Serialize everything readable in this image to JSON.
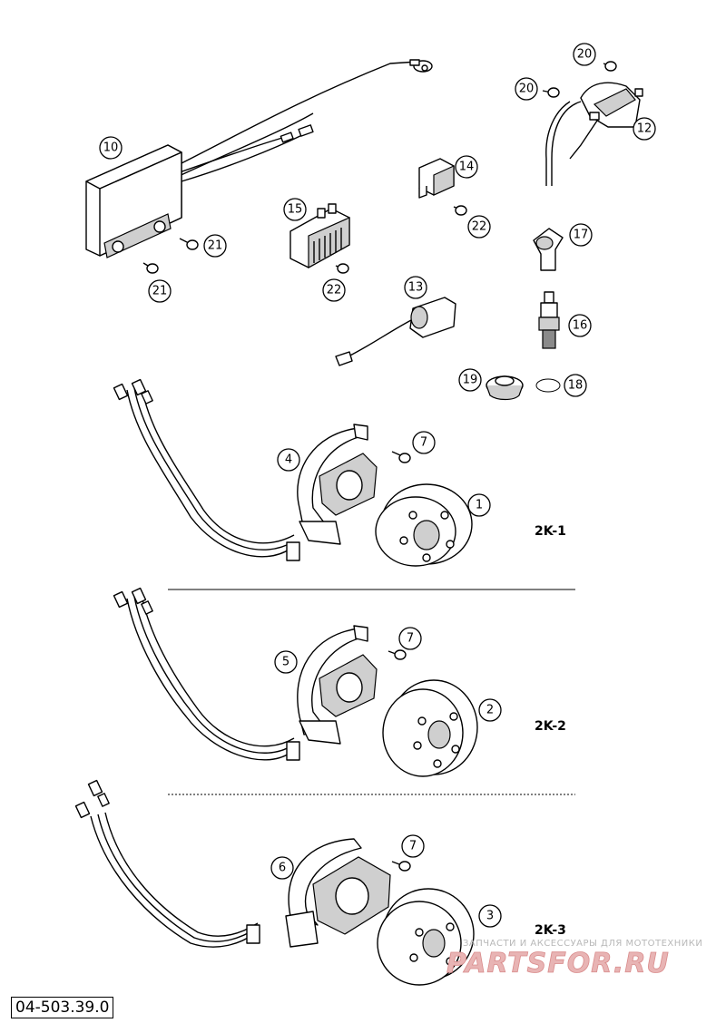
{
  "diagram_code": "04-503.39.0",
  "sections": [
    {
      "id": "2k1",
      "label": "2K-1"
    },
    {
      "id": "2k2",
      "label": "2K-2"
    },
    {
      "id": "2k3",
      "label": "2K-3"
    }
  ],
  "callouts": {
    "c1": "1",
    "c2": "2",
    "c3": "3",
    "c4": "4",
    "c5": "5",
    "c6": "6",
    "c7a": "7",
    "c7b": "7",
    "c7c": "7",
    "c10": "10",
    "c12": "12",
    "c13": "13",
    "c14": "14",
    "c15": "15",
    "c16": "16",
    "c17": "17",
    "c18": "18",
    "c19": "19",
    "c20a": "20",
    "c20b": "20",
    "c21a": "21",
    "c21b": "21",
    "c22a": "22",
    "c22b": "22"
  },
  "watermark": {
    "caption": "ЗАПЧАСТИ И АКСЕССУАРЫ ДЛЯ МОТОТЕХНИКИ",
    "logo": "PARTSFOR.RU"
  }
}
